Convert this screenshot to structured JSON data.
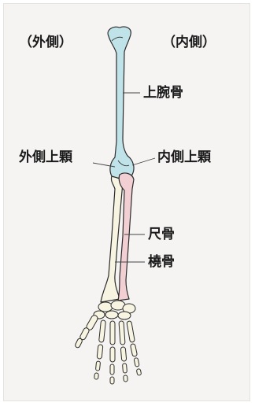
{
  "labels": {
    "lateral_side": "（外側）",
    "medial_side": "（内側）",
    "humerus": "上腕骨",
    "lateral_epicondyle": "外側上顆",
    "medial_epicondyle": "内側上顆",
    "ulna": "尺骨",
    "radius": "橈骨"
  },
  "colors": {
    "background": "#f6f4f3",
    "humerus_fill": "#bfe3e8",
    "ulna_fill": "#f2cfd3",
    "bone_fill": "#f7f4e1",
    "outline": "#2b2b2b",
    "leader": "#444444"
  }
}
